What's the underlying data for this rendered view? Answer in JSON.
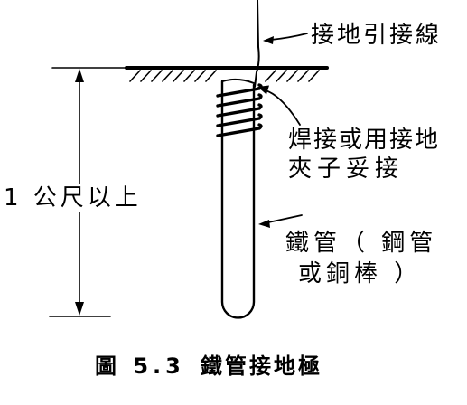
{
  "figure": {
    "number": "圖 5.3",
    "title": "鐵管接地極"
  },
  "labels": {
    "ground_lead_wire": "接地引接線",
    "connection_line1": "焊接或用接地",
    "connection_line2": "夾子妥接",
    "depth": "1 公尺以上",
    "electrode_line1": "鐵管（ 鋼管",
    "electrode_line2": "或銅棒 ）"
  },
  "colors": {
    "ink": "#000000",
    "background": "#ffffff"
  }
}
